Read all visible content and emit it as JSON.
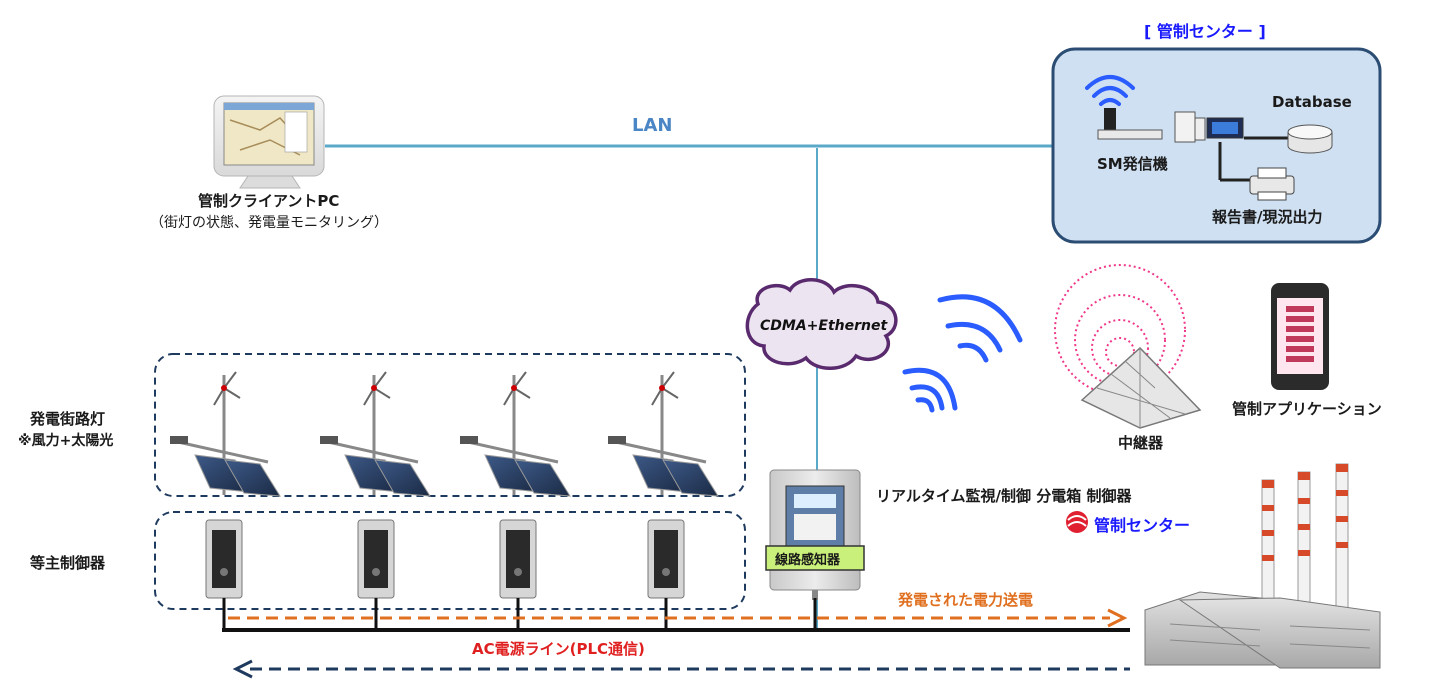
{
  "control_center": {
    "title": "[ 管制センター ]",
    "database_label": "Database",
    "sm_label": "SM発信機",
    "report_label": "報告書/現況出力"
  },
  "lan_label": "LAN",
  "client_pc": {
    "line1": "管制クライアントPC",
    "line2": "（街灯の状態、発電量モニタリング）"
  },
  "cdma_label": "CDMA+Ethernet",
  "relay_label": "中継器",
  "app_label": "管制アプリケーション",
  "streetlight": {
    "line1": "発電街路灯",
    "line2": "※風力+太陽光"
  },
  "controller_label": "等主制御器",
  "panel_label": "リアルタイム監視/制御 分電箱 制御器",
  "brand_label": "管制センター",
  "sensor_label": "線路感知器",
  "power_transfer_label": "発電された電力送電",
  "ac_line_label": "AC電源ライン(PLC通信)",
  "colors": {
    "lan": "#5aa9c8",
    "center_bg": "#cfe0f2",
    "center_border": "#2c4d73",
    "title_blue": "#1a1aff",
    "orange": "#e07020",
    "red": "#e02020",
    "navy_dash": "#1f3a5f",
    "wave_blue": "#2a5cff",
    "pink": "#f0388a"
  }
}
